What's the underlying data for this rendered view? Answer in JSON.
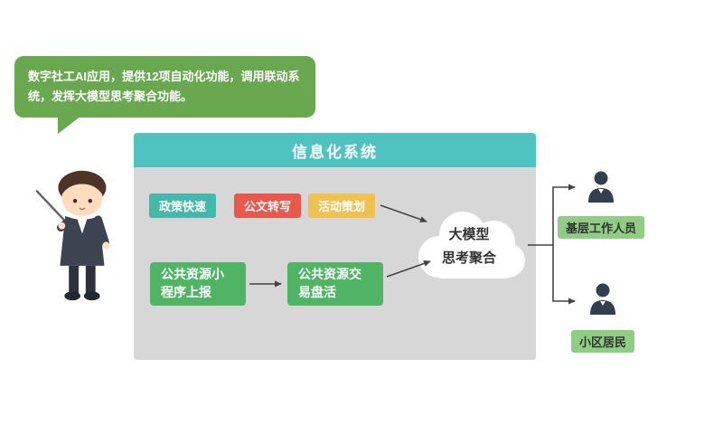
{
  "speech_bubble": {
    "text": "数字社工AI应用，提供12项自动化功能，调用联动系统，发挥大模型思考聚合功能。"
  },
  "panel": {
    "title": "信息化系统",
    "tags": [
      {
        "label": "政策快速",
        "color": "#45b8ac"
      },
      {
        "label": "公文转写",
        "color": "#e8584d"
      },
      {
        "label": "活动策划",
        "color": "#efc14e"
      }
    ],
    "boxes": [
      {
        "label": "公共资源小程序上报",
        "color": "#4fb564"
      },
      {
        "label": "公共资源交易盘活",
        "color": "#4fb564"
      }
    ],
    "cloud": {
      "label": "大模型\n思考聚合"
    }
  },
  "users": [
    {
      "label": "基层工作人员"
    },
    {
      "label": "小区居民"
    }
  ],
  "colors": {
    "bubble_green": "#69a84f",
    "panel_gray": "#d7d7d7",
    "header_teal": "#4fc3c0",
    "box_green": "#4fb564",
    "user_label_green": "#8fcd84",
    "person_icon_navy": "#333f4f",
    "arrow_dark": "#444444"
  }
}
